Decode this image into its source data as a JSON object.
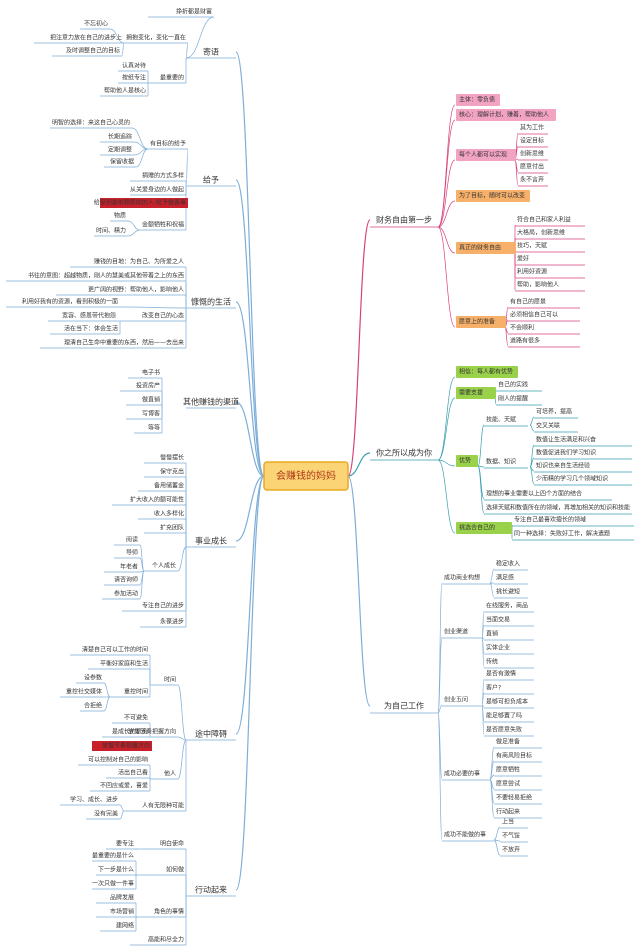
{
  "colors": {
    "center_fill": "#fbd475",
    "center_border": "#e9a824",
    "blue_lines": "#7eaed8",
    "pink_lines": "#d8407c",
    "teal_lines": "#3a9fb0",
    "tag_pink": "#f2a3c2",
    "tag_orange": "#f6b069",
    "tag_green": "#9ad14b",
    "tag_red": "#c8202a"
  },
  "center": "会赚钱的妈妈",
  "left": {
    "jiyu": {
      "label": "寄语",
      "items": [
        "挣折都是财富",
        "不忘初心",
        "把注意力放在自己的进步上",
        "拥抱变化，变化一直在",
        "及时调整自己的目标",
        "认真对待",
        "按纸专注",
        "最重要的",
        "帮助他人是核心"
      ]
    },
    "geiyu": {
      "label": "给予",
      "items": [
        "明智的选择：来这自己心灵的",
        "长期追踪",
        "定期调整",
        "有目标的给予",
        "保留收据",
        "捐赠的方式多样",
        "从关爱身边的人做起",
        "给受到最依赖帮助的人-给予做善事",
        "物质",
        "时间、精力",
        "金额牺牲和祝福"
      ]
    },
    "kangkai": {
      "label": "慷慨的生活",
      "items": [
        "赚钱的目地：为自己、为所爱之人",
        "书往的意图：超越物质，刚人的慧美或其他带着之上的东西",
        "更广阔的视野：帮助他人，影响他人",
        "利用好我有的资源，看到积极的一面",
        "宽容、感恩带代抱怨",
        "改变自己的心态",
        "活在当下：体会生活",
        "理清自己生命中重要的东西，然后——去出来"
      ]
    },
    "qudao": {
      "label": "其他赚钱的渠道",
      "items": [
        "电子书",
        "投资房产",
        "做直销",
        "写博客",
        "等等"
      ]
    },
    "shiye": {
      "label": "事业成长",
      "items": [
        "慢慢摆长",
        "保守克出",
        "备用储蓄金",
        "扩大收入的额可能性",
        "收入多样化",
        "扩充团队",
        "阅读",
        "导师",
        "年老者",
        "请咨询师",
        "参加活动",
        "个人成长",
        "专注自己的进步",
        "永葆进步"
      ]
    },
    "zhangai": {
      "label": "途中障碍",
      "items": [
        "清楚自己可以工作的时间",
        "平衡好家庭和生活",
        "设参数",
        "重控社交媒体",
        "合拒绝",
        "重控时间",
        "时间",
        "不可避免",
        "是成长的机会",
        "放慢节奏把握方向",
        "恐惧",
        "可以控制对自己的影响",
        "活出自己看",
        "不回应或爱，喜爱",
        "他人",
        "学习、成长、进步",
        "没有完美",
        "人有无限种可能"
      ]
    },
    "xingdong": {
      "label": "行动起来",
      "items": [
        "要专注",
        "明白使命",
        "最重要的是什么",
        "下一步是什么",
        "如何做",
        "一次只做一件事",
        "品牌发展",
        "市场营销",
        "角色的事情",
        "建网络",
        "高能和尽全力"
      ]
    }
  },
  "right": {
    "caiwu": {
      "label": "财务自由第一步",
      "items": [
        "主体：零负债",
        "核心：理解计划，赚着，帮助他人",
        "每个人都可以实现",
        "其为工作",
        "设定目标",
        "创新思维",
        "愿意付出",
        "永不言弃",
        "为了目标，随时可以改变",
        "真正的财务自由",
        "符合自己和家人利益",
        "大格局，创新思维",
        "技巧，天赋",
        "爱好",
        "利用好资源",
        "帮助，影响他人",
        "愿意上的准备",
        "有自己的愿景",
        "必须相信自己可以",
        "不会顺利",
        "道路有很多"
      ]
    },
    "chengwei": {
      "label": "你之所以成为你",
      "items": [
        "相信：每人都有优势",
        "需要支援",
        "自己的实践",
        "刚人的提醒",
        "优势",
        "技能、天赋",
        "可培养，提高",
        "交叉关联",
        "数据、知识",
        "数值让生活满足和兴奋",
        "数值促进我们学习知识",
        "知识也来自生活经验",
        "少而精的学习几个领域知识",
        "理想的事业需要以上四个方面的结合",
        "选择天赋和数值所在的领域，再增加相关的知识和技能",
        "挑选合自己的",
        "专注自己最喜欢擅长的领域",
        "同一种选择：失败好工作，解决遗题"
      ]
    },
    "gongzuo": {
      "label": "为自己工作",
      "items": [
        "成功商业构想",
        "稳定收入",
        "满足感",
        "挑长避短",
        "创业渠道",
        "在线服务，商品",
        "当面交易",
        "直销",
        "实体企业",
        "传统",
        "创业五问",
        "是否有激情",
        "客户?",
        "是够可担负成本",
        "能足够置了吗",
        "是否愿意失败",
        "成功必要的事",
        "做足准备",
        "有商风险目标",
        "愿意牺牲",
        "愿意尝试",
        "不要轻易拒绝",
        "行动起来",
        "成功不能做的事",
        "上当",
        "不气馁",
        "不放弃"
      ]
    }
  }
}
